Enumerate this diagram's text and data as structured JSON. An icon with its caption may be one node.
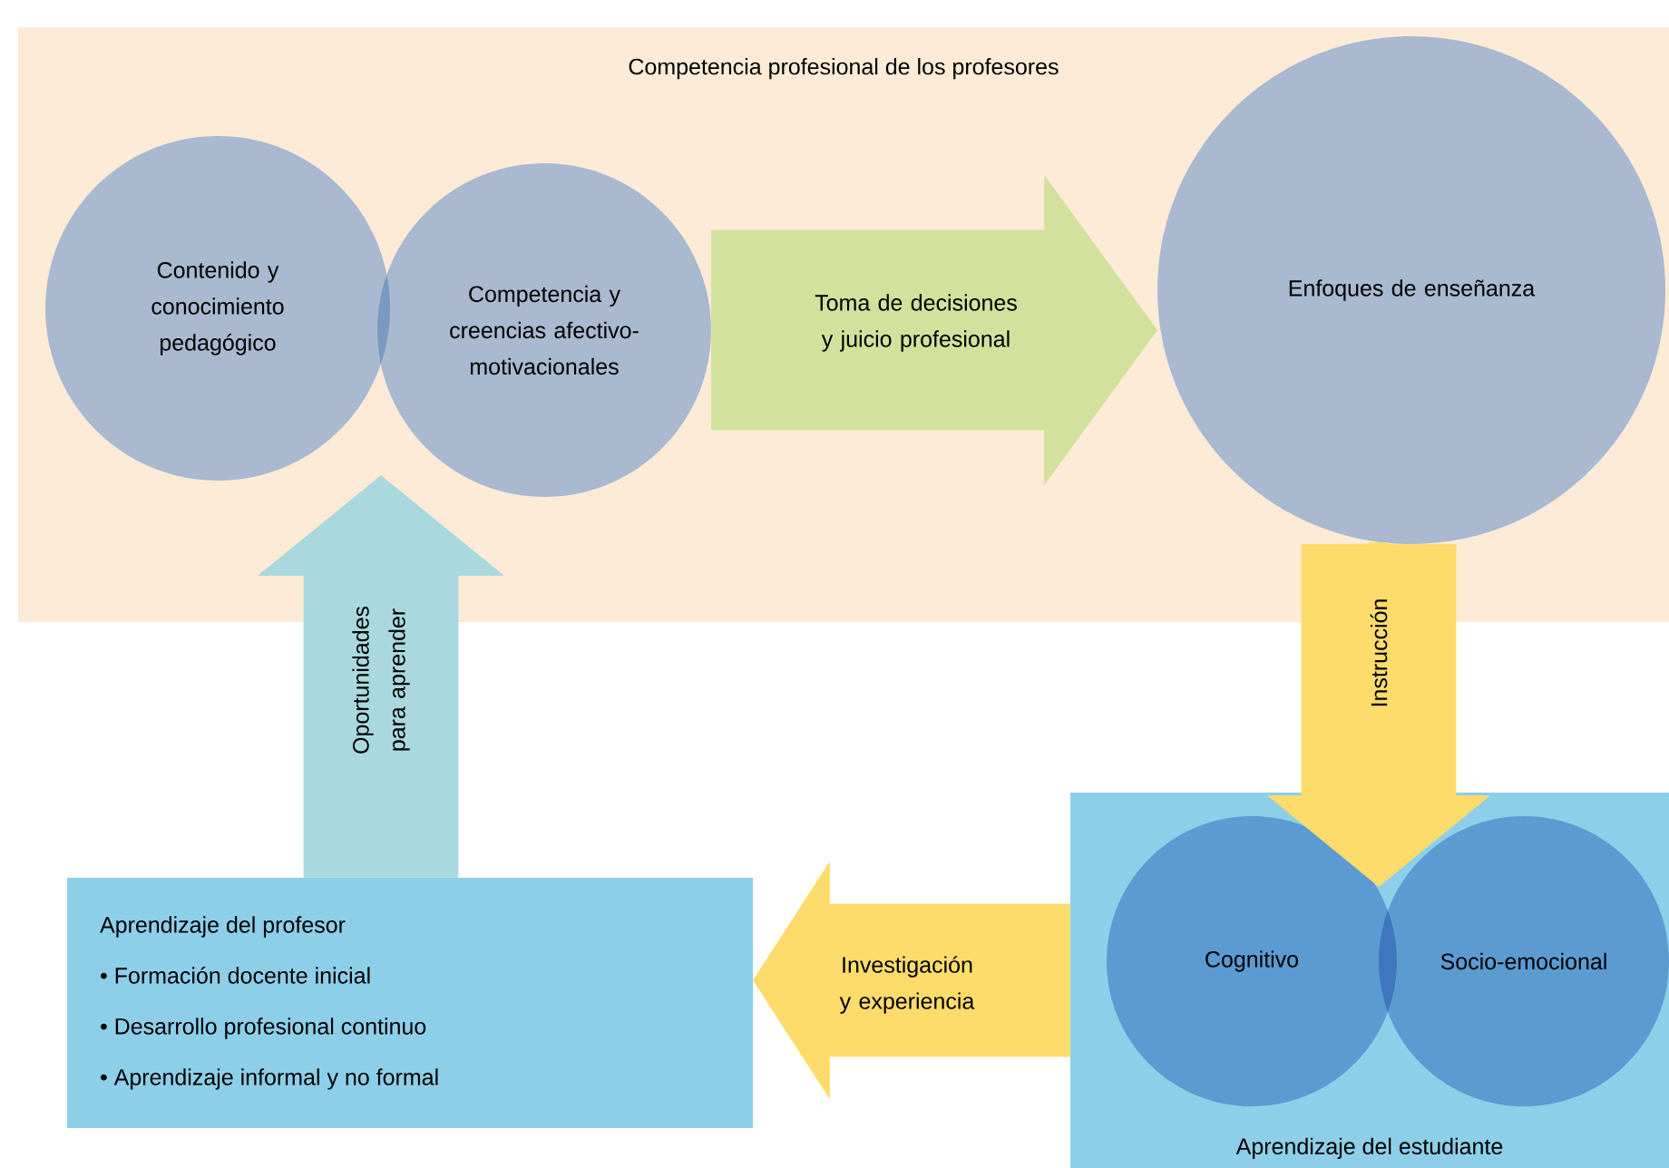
{
  "diagram": {
    "nodes": [
      {
        "text": [
          "Competencia profesional de los profesores"
        ]
      },
      {
        "text": [
          "Contenido y conocimiento pedagógico"
        ],
        "in": 0
      },
      {
        "text": [
          "Competencia y creencias afectivo-motivacionales"
        ],
        "in": 0
      },
      {
        "text": [
          "Enfoques de enseñanza"
        ],
        "in": 0
      },
      {
        "text": [
          "Aprendizaje del estudiante"
        ]
      },
      {
        "text": [
          "Cognitivo"
        ],
        "in": 4
      },
      {
        "text": [
          "Socio-emocional"
        ],
        "in": 4
      },
      {
        "text": [
          "Aprendizaje del profesor",
          "• Formación docente inicial",
          "• Desarrollo profesional continuo",
          "• Aprendizaje informal y no formal"
        ]
      }
    ],
    "edges": [
      {
        "from": 2,
        "to": 3,
        "arrow": "to",
        "label": "Toma de decisiones y juicio profesional",
        "color": "#d2e29c"
      },
      {
        "from": 3,
        "to": 4,
        "arrow": "to",
        "label": "Instrucción"
      },
      {
        "from": 4,
        "to": 7,
        "arrow": "to",
        "label": "Investigación y experiencia"
      },
      {
        "from": 7,
        "to": 0,
        "arrow": "to",
        "label": "Oportunidades para aprender",
        "color": "#a9d9df"
      }
    ]
  }
}
